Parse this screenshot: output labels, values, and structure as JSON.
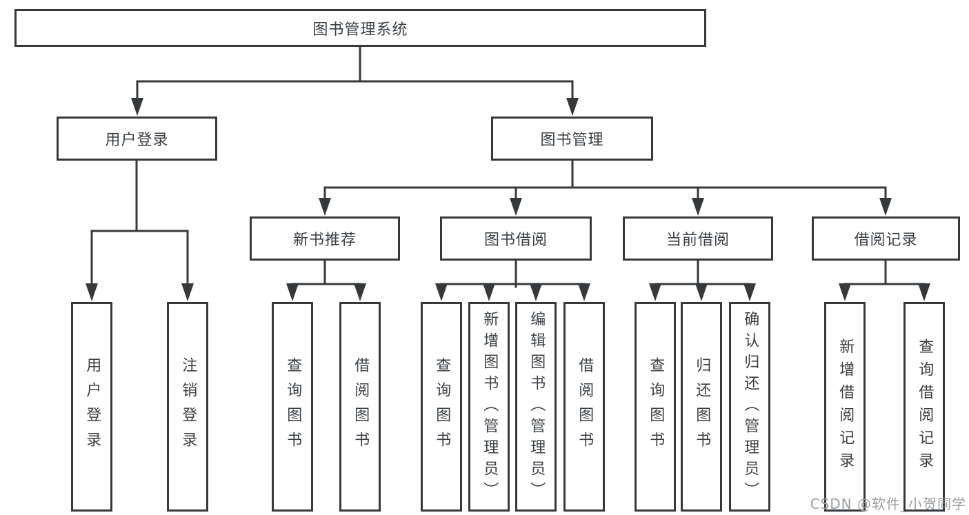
{
  "colors": {
    "line": "#35393c",
    "border": "#35393c",
    "text": "#3b4045",
    "watermark": "#9b9ea2",
    "background": "#ffffff"
  },
  "tree": {
    "label": "图书管理系统",
    "children": [
      {
        "label": "用户登录",
        "children": [
          {
            "label": "用户登录"
          },
          {
            "label": "注销登录"
          }
        ]
      },
      {
        "label": "图书管理",
        "children": [
          {
            "label": "新书推荐",
            "children": [
              {
                "label": "查询图书"
              },
              {
                "label": "借阅图书"
              }
            ]
          },
          {
            "label": "图书借阅",
            "children": [
              {
                "label": "查询图书"
              },
              {
                "label": "新增图书（管理员）"
              },
              {
                "label": "编辑图书（管理员）"
              },
              {
                "label": "借阅图书"
              }
            ]
          },
          {
            "label": "当前借阅",
            "children": [
              {
                "label": "查询图书"
              },
              {
                "label": "归还图书"
              },
              {
                "label": "确认归还（管理员）"
              }
            ]
          },
          {
            "label": "借阅记录",
            "children": [
              {
                "label": "新增借阅记录"
              },
              {
                "label": "查询借阅记录"
              }
            ]
          }
        ]
      }
    ]
  },
  "watermark": {
    "text": "CSDN @软件_小贺同学"
  }
}
